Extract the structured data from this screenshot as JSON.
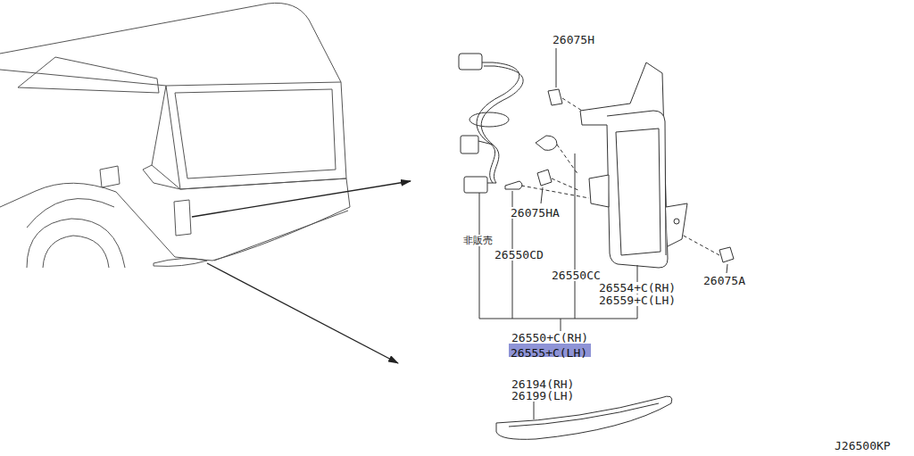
{
  "diagram": {
    "nodes": [
      {
        "text": [
          "26555+C(LH)"
        ]
      }
    ],
    "labels": [
      "26075H",
      "26075HA",
      "非販売",
      "26550CD",
      "26550CC",
      "26554+C(RH)",
      "26559+C(LH)",
      "26075A",
      "26550+C(RH)",
      "26194(RH)",
      "26199(LH)",
      "J26500KP"
    ]
  }
}
